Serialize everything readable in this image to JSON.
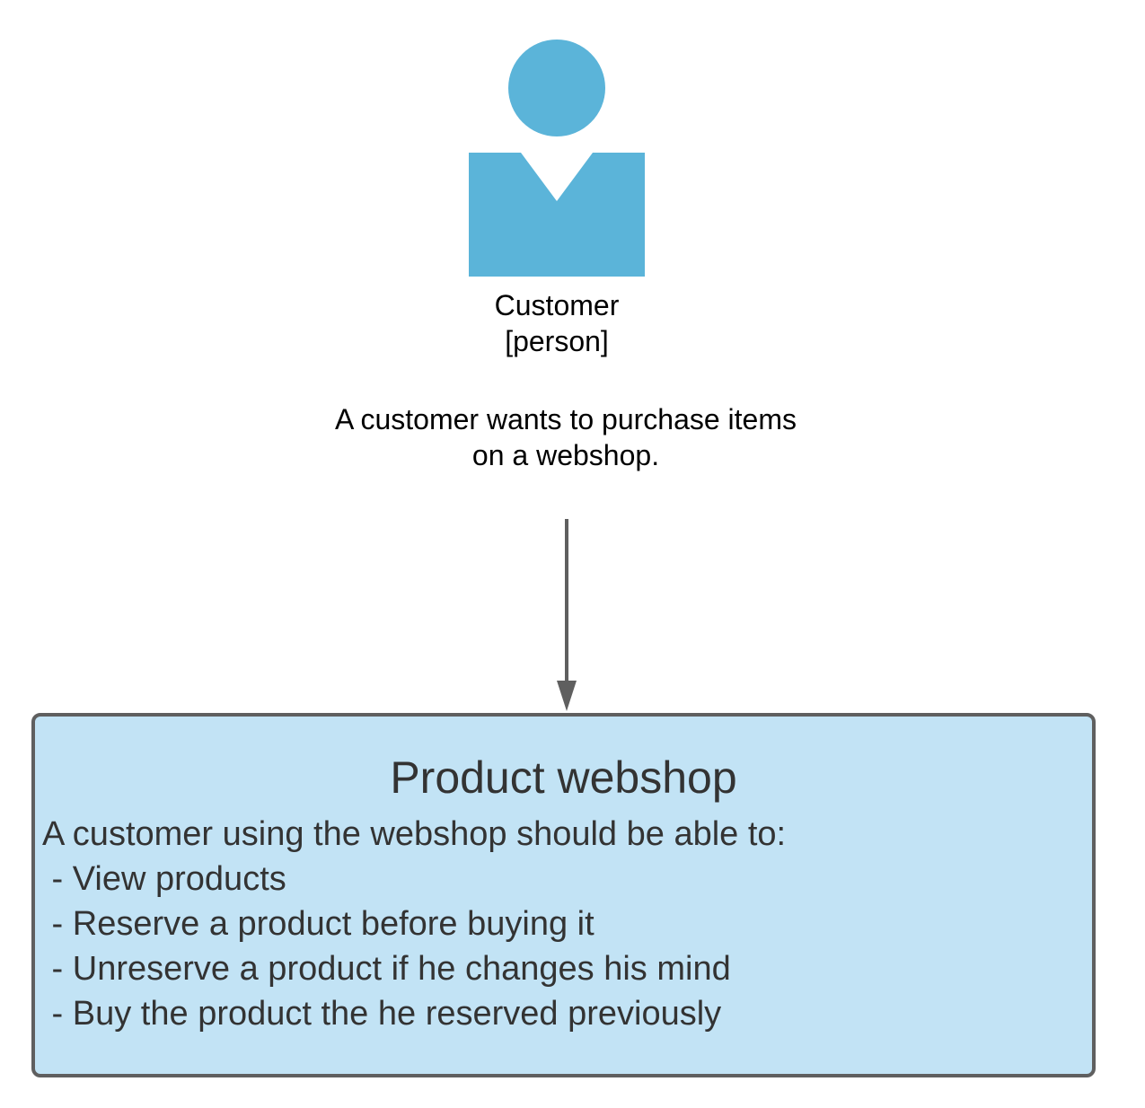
{
  "colors": {
    "person_fill": "#5bb4d9",
    "box_fill": "#c2e3f5",
    "box_border": "#5f5f5f",
    "arrow": "#5f5f5f",
    "box_text": "#333333"
  },
  "person": {
    "icon": "person-icon",
    "name": "Customer",
    "type": "[person]",
    "description_lines": [
      "A customer wants to purchase items",
      "on a webshop."
    ]
  },
  "connector": {
    "icon": "arrow-down-icon"
  },
  "system": {
    "title": "Product webshop",
    "intro": "A customer using the webshop should be able to:",
    "items": [
      " - View products",
      " - Reserve a product before buying it",
      " - Unreserve a product if he changes his mind",
      " - Buy the product the he reserved previously"
    ]
  }
}
